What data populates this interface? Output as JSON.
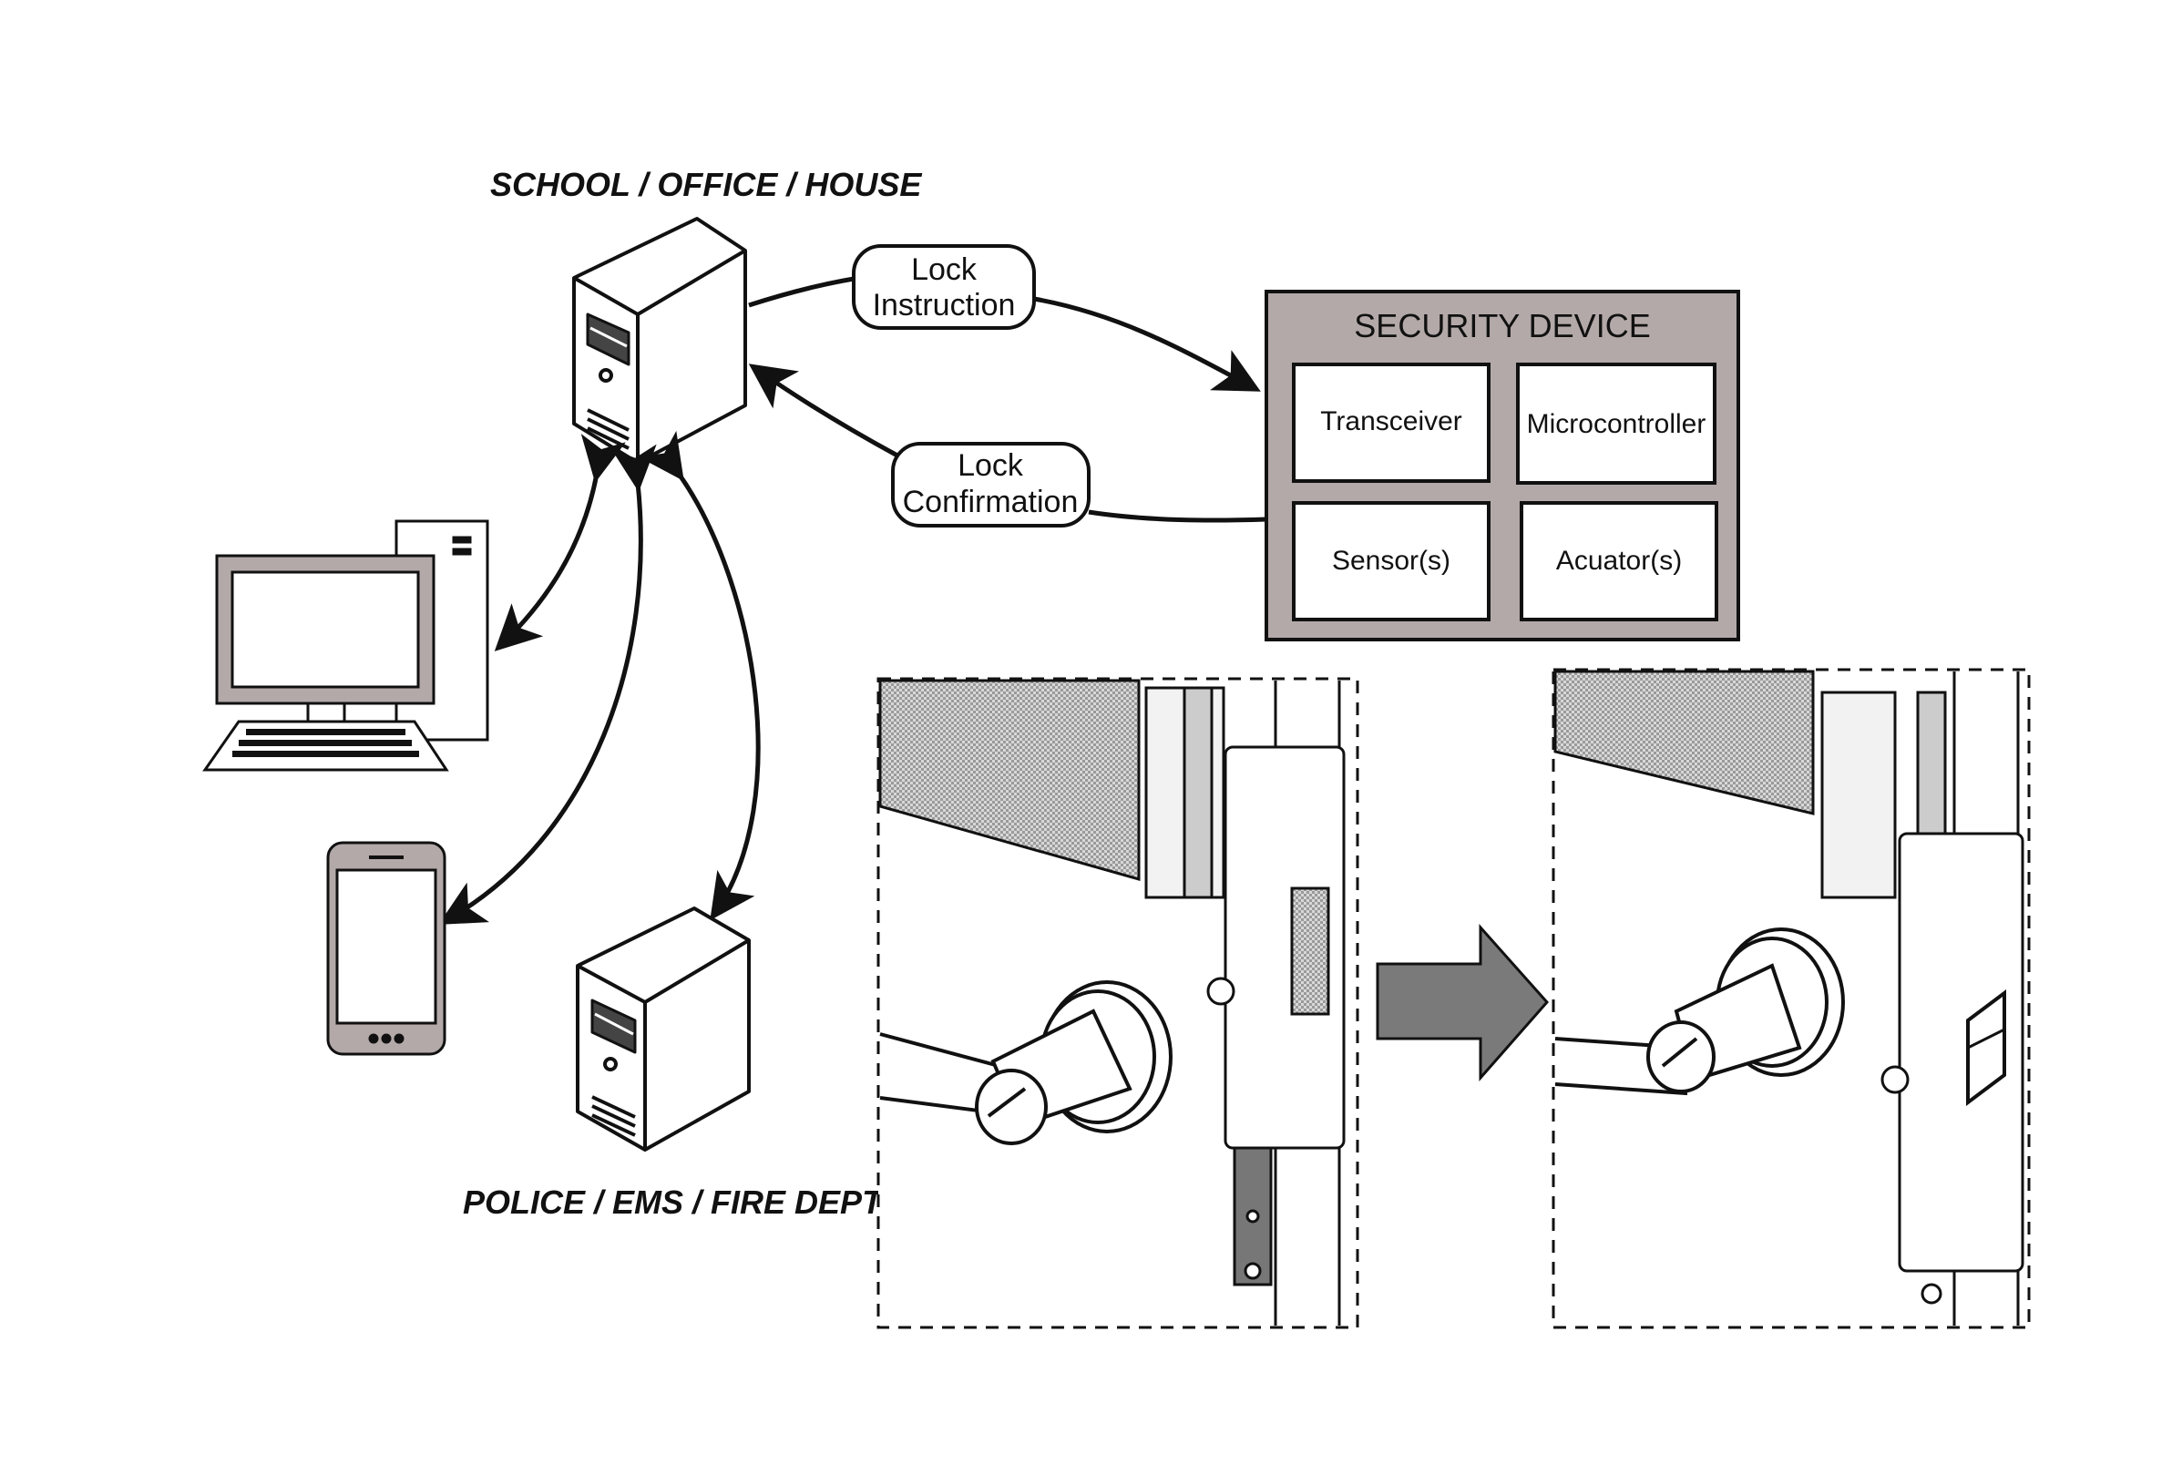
{
  "labels": {
    "site": "SCHOOL / OFFICE / HOUSE",
    "responders": "POLICE / EMS / FIRE DEPT."
  },
  "messages": {
    "instruction_line1": "Lock",
    "instruction_line2": "Instruction",
    "confirmation_line1": "Lock",
    "confirmation_line2": "Confirmation"
  },
  "security_device": {
    "title": "SECURITY DEVICE",
    "components": [
      "Transceiver",
      "Microcontroller",
      "Sensor(s)",
      "Acuator(s)"
    ],
    "fill_color": "#b3a9a8"
  },
  "icons": {
    "server": "server-tower-icon",
    "desktop": "desktop-computer-icon",
    "phone": "smartphone-icon",
    "responder_server": "server-tower-icon",
    "arrow": "right-arrow-icon"
  }
}
